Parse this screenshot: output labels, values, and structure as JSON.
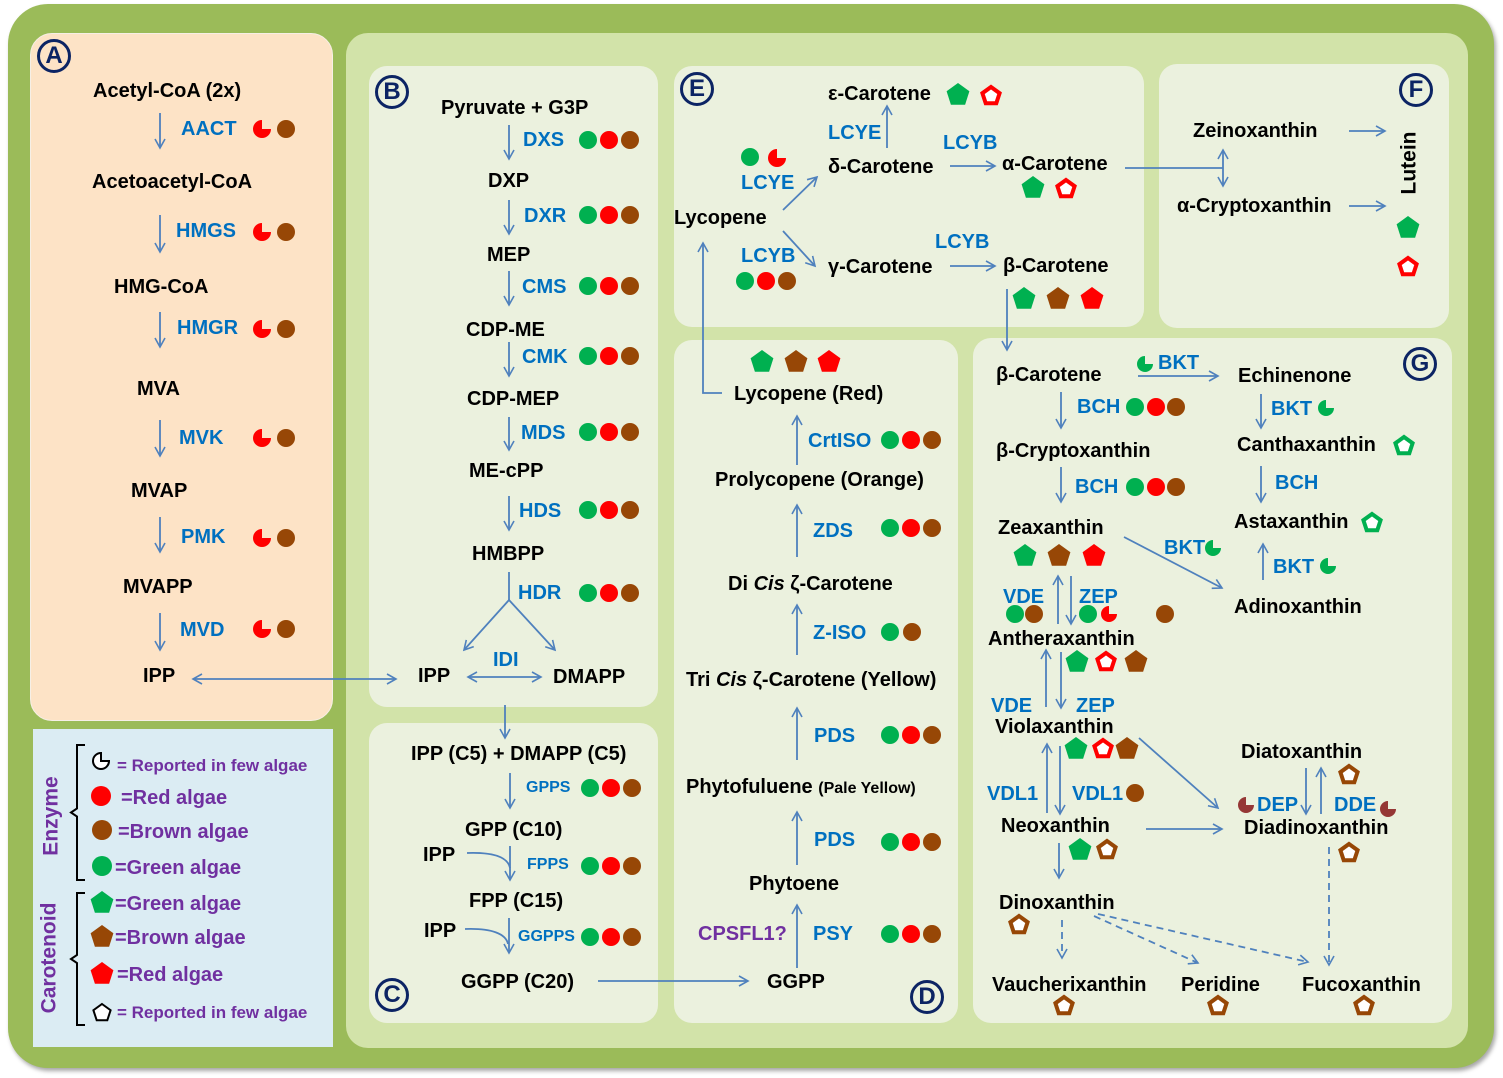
{
  "colors": {
    "frame": "#9bbb59",
    "inner": "#d2e3a9",
    "panel": "#ebf1de",
    "panel_a": "#fde3c6",
    "legend_bg": "#dbecf3",
    "enzyme_text": "#0070c0",
    "arrow": "#4f81bd",
    "green_algae": "#00b050",
    "red_algae": "#ff0000",
    "brown_algae": "#974706",
    "legend_text": "#7030a0",
    "panel_label": "#0c2464"
  },
  "panels": {
    "A": {
      "label": "A",
      "metabolites": [
        "Acetyl-CoA (2x)",
        "Acetoacetyl-CoA",
        "HMG-CoA",
        "MVA",
        "MVAP",
        "MVAPP",
        "IPP"
      ],
      "enzymes": [
        {
          "name": "AACT",
          "markers": [
            "red-partial",
            "brown"
          ]
        },
        {
          "name": "HMGS",
          "markers": [
            "red-partial",
            "brown"
          ]
        },
        {
          "name": "HMGR",
          "markers": [
            "red-partial",
            "brown"
          ]
        },
        {
          "name": "MVK",
          "markers": [
            "red-partial",
            "brown"
          ]
        },
        {
          "name": "PMK",
          "markers": [
            "red-partial",
            "brown"
          ]
        },
        {
          "name": "MVD",
          "markers": [
            "red-partial",
            "brown"
          ]
        }
      ]
    },
    "B": {
      "label": "B",
      "metabolites": [
        "Pyruvate + G3P",
        "DXP",
        "MEP",
        "CDP-ME",
        "CDP-MEP",
        "ME-cPP",
        "HMBPP",
        "IPP",
        "DMAPP"
      ],
      "enzymes": [
        {
          "name": "DXS",
          "markers": [
            "green",
            "red",
            "brown"
          ]
        },
        {
          "name": "DXR",
          "markers": [
            "green",
            "red",
            "brown"
          ]
        },
        {
          "name": "CMS",
          "markers": [
            "green",
            "red",
            "brown"
          ]
        },
        {
          "name": "CMK",
          "markers": [
            "green",
            "red",
            "brown"
          ]
        },
        {
          "name": "MDS",
          "markers": [
            "green",
            "red",
            "brown"
          ]
        },
        {
          "name": "HDS",
          "markers": [
            "green",
            "red",
            "brown"
          ]
        },
        {
          "name": "HDR",
          "markers": [
            "green",
            "red",
            "brown"
          ]
        }
      ],
      "isomerase": "IDI"
    },
    "C": {
      "label": "C",
      "metabolites": [
        "IPP (C5) + DMAPP (C5)",
        "GPP (C10)",
        "FPP (C15)",
        "GGPP (C20)"
      ],
      "cosubstrate": "IPP",
      "enzymes": [
        {
          "name": "GPPS",
          "markers": [
            "green",
            "red",
            "brown"
          ]
        },
        {
          "name": "FPPS",
          "markers": [
            "green",
            "red",
            "brown"
          ]
        },
        {
          "name": "GGPPS",
          "markers": [
            "green",
            "red",
            "brown"
          ]
        }
      ]
    },
    "D": {
      "label": "D",
      "metabolites": {
        "ggpp": "GGPP",
        "phytoene": "Phytoene",
        "phytofluene": "Phytofuluene",
        "phytofluene_note": "(Pale Yellow)",
        "tri_cis_pre": "Tri ",
        "tri_cis_it": "Cis",
        "tri_cis_post": " ζ-Carotene (Yellow)",
        "di_cis_pre": "Di ",
        "di_cis_it": "Cis",
        "di_cis_post": " ζ-Carotene",
        "prolycopene": "Prolycopene (Orange)",
        "lycopene": "Lycopene (Red)"
      },
      "regulator": "CPSFL1?",
      "enzymes": [
        {
          "name": "PSY",
          "markers": [
            "green",
            "red",
            "brown"
          ]
        },
        {
          "name": "PDS",
          "markers": [
            "green",
            "red",
            "brown"
          ]
        },
        {
          "name": "PDS",
          "markers": [
            "green",
            "red",
            "brown"
          ]
        },
        {
          "name": "Z-ISO",
          "markers": [
            "green",
            "brown"
          ]
        },
        {
          "name": "ZDS",
          "markers": [
            "green",
            "red",
            "brown"
          ]
        },
        {
          "name": "CrtISO",
          "markers": [
            "green",
            "red",
            "brown"
          ]
        }
      ],
      "lycopene_carotenoid_markers": [
        "green",
        "brown",
        "red"
      ]
    },
    "E": {
      "label": "E",
      "metabolites": {
        "lycopene": "Lycopene",
        "delta": "δ-Carotene",
        "epsilon": "ε-Carotene",
        "alpha": "α-Carotene",
        "gamma": "γ-Carotene",
        "beta": "β-Carotene"
      },
      "enzymes": {
        "lcye_1": "LCYE",
        "lcye_2": "LCYE",
        "lcyb_1": "LCYB",
        "lcyb_2": "LCYB",
        "lcyb_3": "LCYB"
      }
    },
    "F": {
      "label": "F",
      "metabolites": {
        "zeinoxanthin": "Zeinoxanthin",
        "alpha_crypto": "α-Cryptoxanthin",
        "lutein": "Lutein"
      }
    },
    "G": {
      "label": "G",
      "metabolites": {
        "beta_carotene": "β-Carotene",
        "beta_crypto": "β-Cryptoxanthin",
        "zeaxanthin": "Zeaxanthin",
        "antheraxanthin": "Antheraxanthin",
        "violaxanthin": "Violaxanthin",
        "neoxanthin": "Neoxanthin",
        "dinoxanthin": "Dinoxanthin",
        "vaucherixanthin": "Vaucherixanthin",
        "peridine": "Peridine",
        "fucoxanthin": "Fucoxanthin",
        "echinenone": "Echinenone",
        "canthaxanthin": "Canthaxanthin",
        "astaxanthin": "Astaxanthin",
        "adinoxanthin": "Adinoxanthin",
        "diatoxanthin": "Diatoxanthin",
        "diadinoxanthin": "Diadinoxanthin"
      },
      "enzymes": {
        "bkt_1": "BKT",
        "bkt_2": "BKT",
        "bkt_3": "BKT",
        "bkt_4": "BKT",
        "bch_1": "BCH",
        "bch_2": "BCH",
        "bch_3": "BCH",
        "vde_1": "VDE",
        "zep_1": "ZEP",
        "vde_2": "VDE",
        "zep_2": "ZEP",
        "vdl1_1": "VDL1",
        "vdl1_2": "VDL1",
        "dep": "DEP",
        "dde": "DDE"
      }
    }
  },
  "legend": {
    "enzyme_title": "Enzyme",
    "carotenoid_title": "Carotenoid",
    "enzyme_items": [
      {
        "marker": "partial-circle-outline",
        "text": "= Reported in few algae"
      },
      {
        "marker": "red-circle",
        "text": "=Red algae"
      },
      {
        "marker": "brown-circle",
        "text": "=Brown algae"
      },
      {
        "marker": "green-circle",
        "text": "=Green algae"
      }
    ],
    "carotenoid_items": [
      {
        "marker": "green-pentagon",
        "text": "=Green algae"
      },
      {
        "marker": "brown-pentagon",
        "text": "=Brown algae"
      },
      {
        "marker": "red-pentagon",
        "text": "=Red algae"
      },
      {
        "marker": "pentagon-outline",
        "text": "= Reported in few algae"
      }
    ]
  }
}
